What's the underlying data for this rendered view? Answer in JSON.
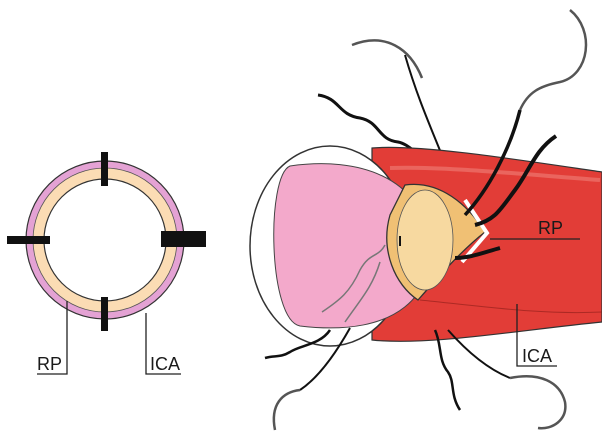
{
  "labels": {
    "left_rp": "RP",
    "left_ica": "ICA",
    "right_rp": "RP",
    "right_ica": "ICA"
  },
  "colors": {
    "ica_outer": "#e4a2d4",
    "rp_inner": "#fbdcb4",
    "vessel_red": "#e23d37",
    "lumen_pink": "#f3a9cb",
    "suture": "#111111",
    "needle": "#555555"
  }
}
